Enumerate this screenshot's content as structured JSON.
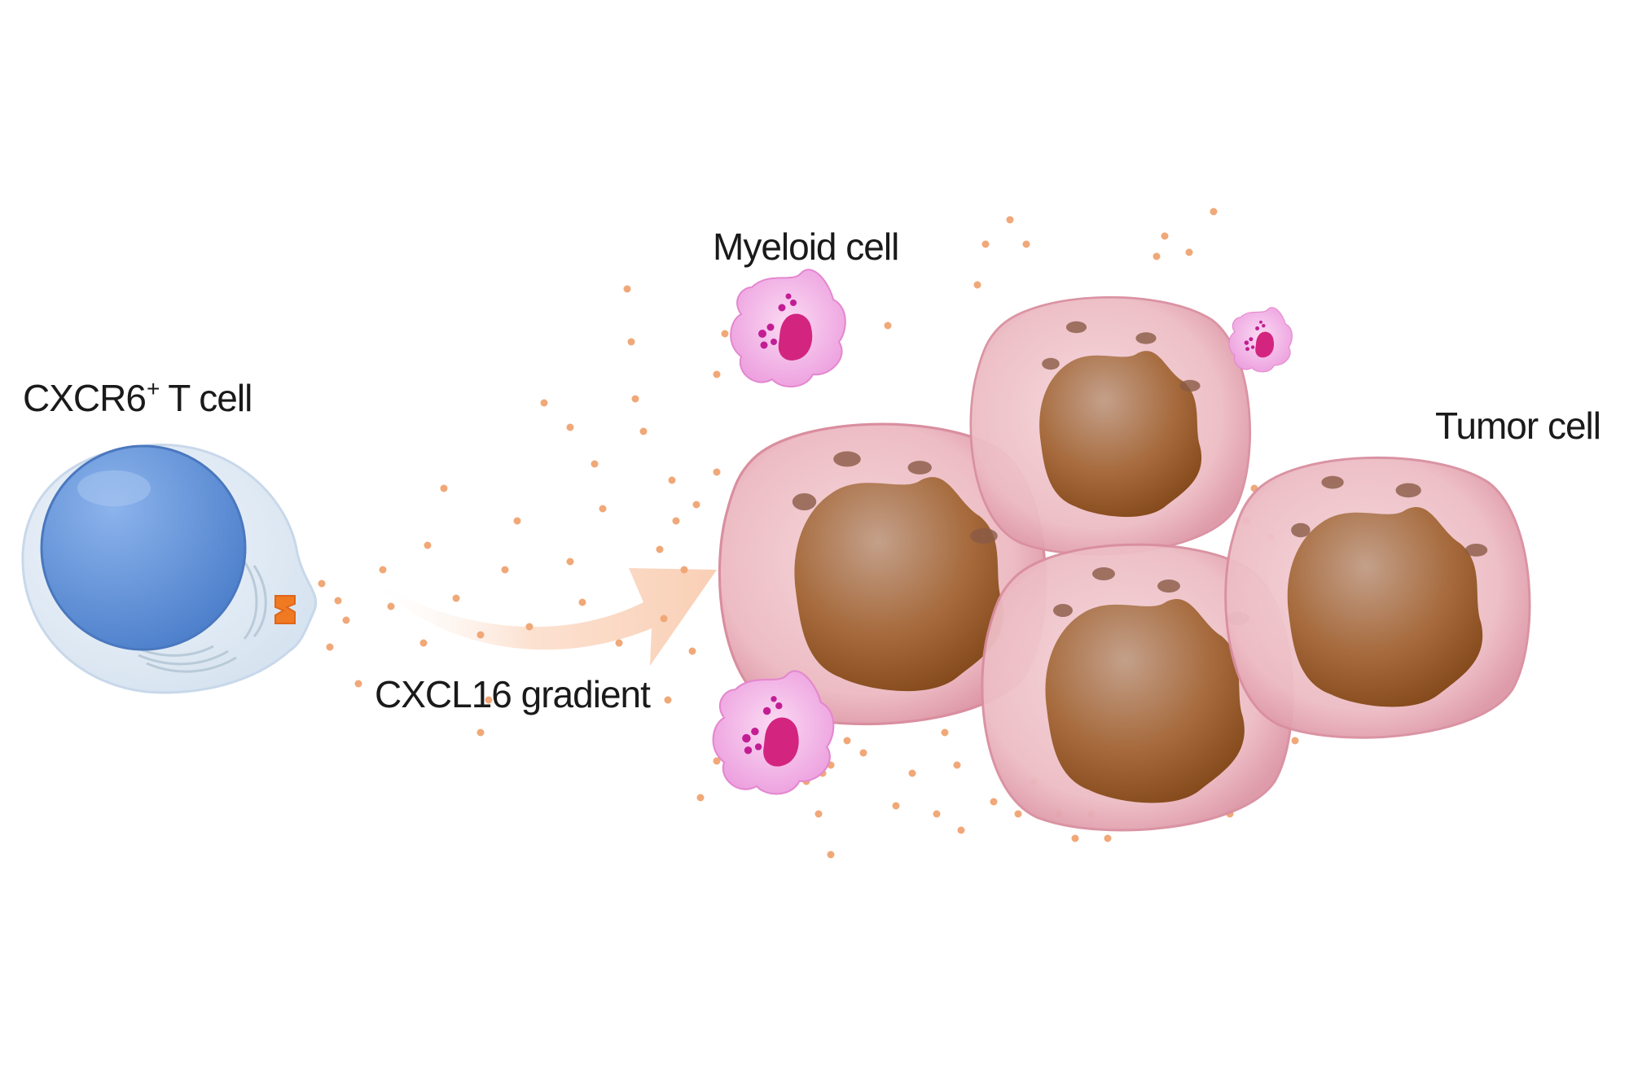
{
  "labels": {
    "t_cell": "CXCR6",
    "t_cell_superscript": "+",
    "t_cell_suffix": " T cell",
    "myeloid_cell": "Myeloid cell",
    "tumor_cell": "Tumor cell",
    "gradient": "CXCL16 gradient"
  },
  "colors": {
    "t_cell_cytoplasm": "#dfe9f3",
    "t_cell_nucleus": "#5d8fd6",
    "receptor": "#f07a22",
    "chemokine_dot": "#f0a878",
    "arrow": "#fbd7c0",
    "tumor_membrane": "#e7aab5",
    "tumor_nucleus": "#9b5a2e",
    "myeloid_cell": "#e98fd6",
    "myeloid_nucleus": "#d3247f"
  }
}
